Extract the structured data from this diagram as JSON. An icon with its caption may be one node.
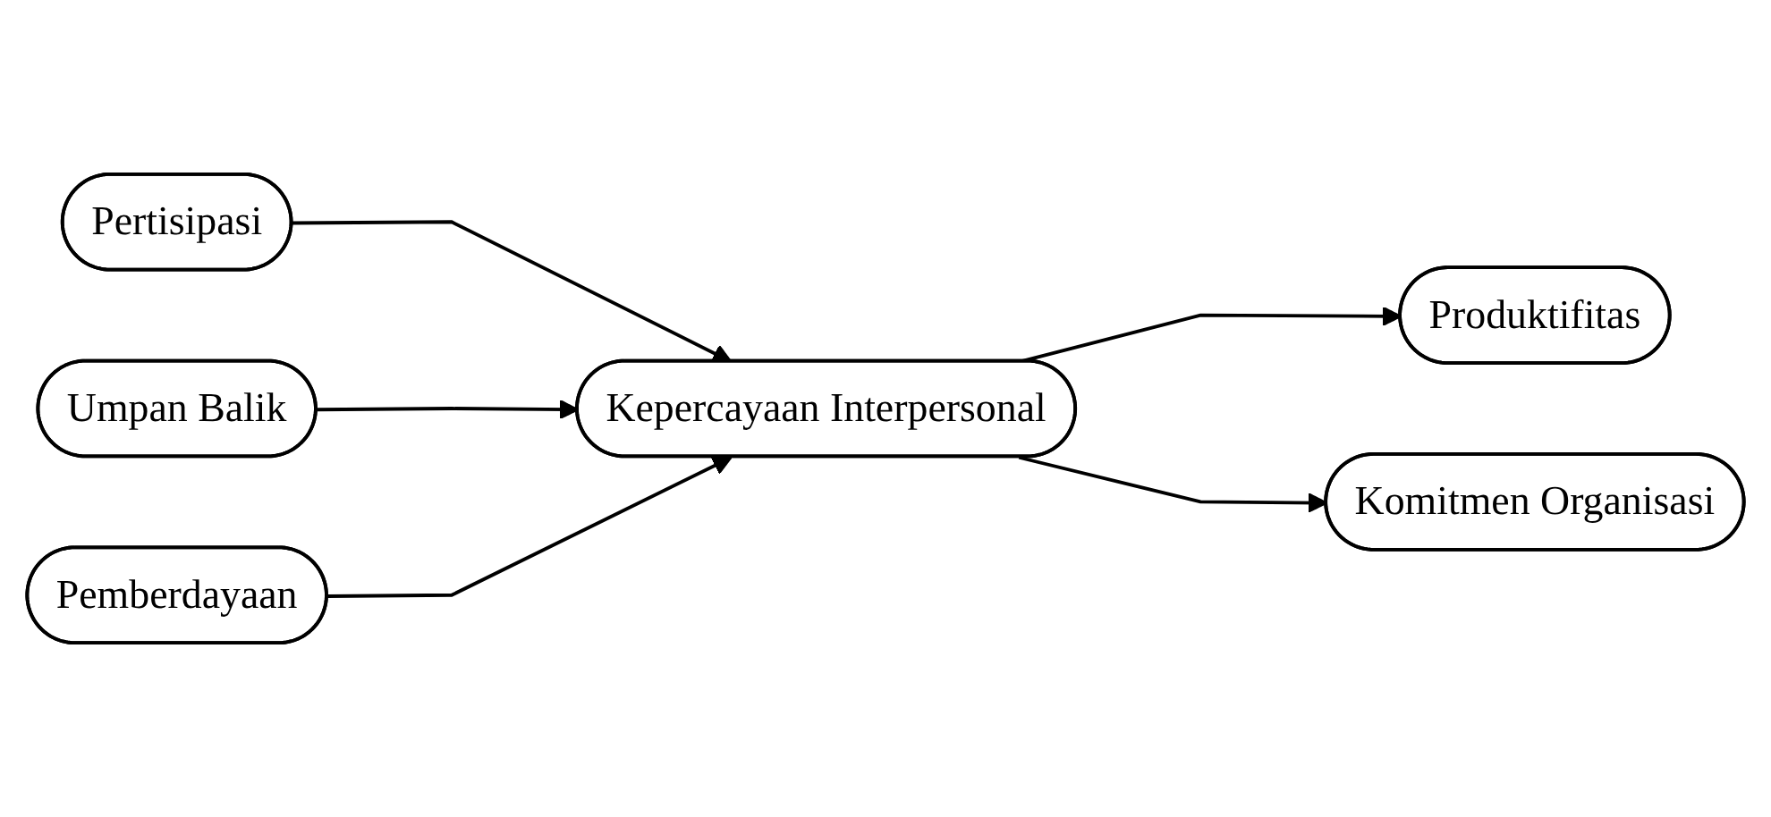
{
  "diagram": {
    "nodes": [
      {
        "text": [
          "Pertisipasi"
        ]
      },
      {
        "text": [
          "Umpan Balik"
        ]
      },
      {
        "text": [
          "Pemberdayaan"
        ]
      },
      {
        "text": [
          "Kepercayaan Interpersonal"
        ]
      },
      {
        "text": [
          "Produktifitas"
        ]
      },
      {
        "text": [
          "Komitmen Organisasi"
        ]
      }
    ],
    "edges": [
      {
        "from": 0,
        "to": 3,
        "arrow": "to"
      },
      {
        "from": 1,
        "to": 3,
        "arrow": "to"
      },
      {
        "from": 2,
        "to": 3,
        "arrow": "to"
      },
      {
        "from": 3,
        "to": 4,
        "arrow": "to"
      },
      {
        "from": 3,
        "to": 5,
        "arrow": "to"
      }
    ]
  }
}
